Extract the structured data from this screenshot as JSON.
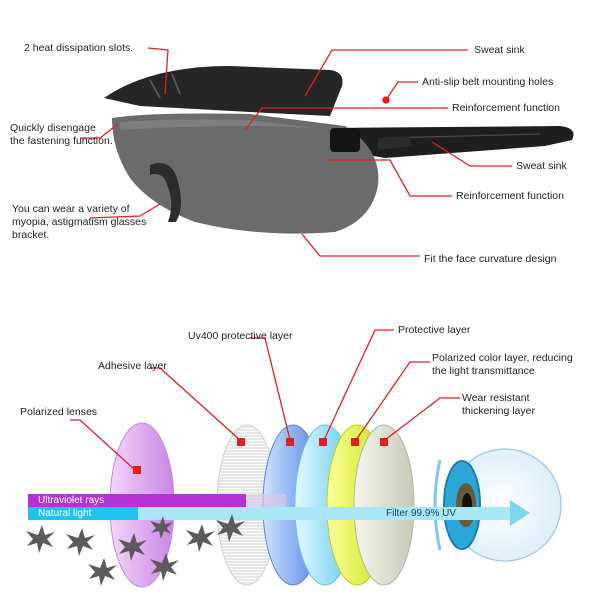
{
  "glasses": {
    "labels": {
      "heat_slots": "2 heat dissipation slots.",
      "sweat_sink_top": "Sweat sink",
      "anti_slip": "Anti-slip belt mounting holes",
      "reinforcement_top": "Reinforcement function",
      "quick_disengage": "Quickly disengage\nthe fastening function.",
      "sweat_sink_right": "Sweat sink",
      "reinforcement_right": "Reinforcement function",
      "myopia": "You can wear a variety of\nmyopia, astigmatism glasses\nbracket.",
      "face_fit": "Fit the face curvature design"
    }
  },
  "lens_layers": {
    "labels": {
      "uv400": "Uv400 protective layer",
      "protective": "Protective layer",
      "adhesive": "Adhesive layer",
      "polarized_color": "Polarized color layer, reducing\nthe light transmittance",
      "polarized_lenses": "Polarized lenses",
      "wear_resistant": "Wear resistant\nthickening layer"
    },
    "rays": {
      "ultraviolet": "Ultraviolet rays",
      "natural": "Natural light",
      "filter": "Filter 99.9% UV"
    }
  },
  "colors": {
    "callout_line": "#e02020",
    "uv_bar": "#b531d6",
    "natural_bar": "#1ec3f0"
  }
}
